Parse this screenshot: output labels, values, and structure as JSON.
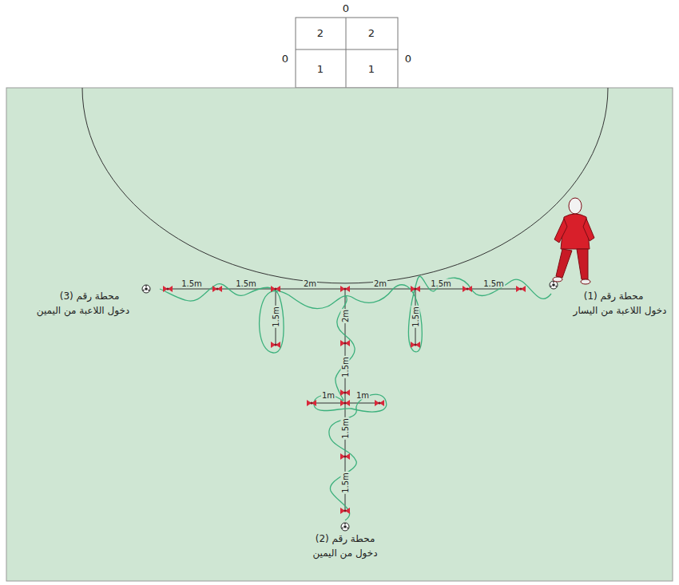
{
  "diagram": {
    "labels": [
      "0",
      "0",
      "2",
      "2",
      "0",
      "1",
      "1",
      "محطة رقم (3)",
      "دخول اللاعبة من اليمين",
      "1.5m",
      "1.5m",
      "2m",
      "2m",
      "1.5m",
      "1.5m",
      "محطة رقم (1)",
      "دخول اللاعبة من اليسار",
      "1.5m",
      "2m",
      "1.5m",
      "1.5m",
      "1m",
      "1m",
      "1.5m",
      "1.5m",
      "محطة رقم (2)",
      "دخول من اليمين"
    ]
  }
}
